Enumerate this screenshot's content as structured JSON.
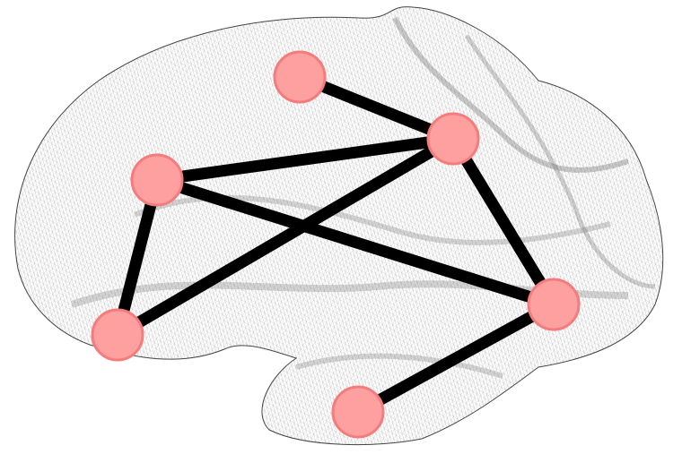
{
  "colors": {
    "node_fill": "#ffa0a0",
    "node_stroke": "#f47c7c",
    "edge": "#000000",
    "mesh": "#9a9a9a"
  },
  "graph": {
    "nodes": [
      "n1",
      "n2",
      "n3",
      "n4",
      "n5",
      "n6"
    ],
    "edges": [
      [
        "n1",
        "n2"
      ],
      [
        "n3",
        "n2"
      ],
      [
        "n3",
        "n5"
      ],
      [
        "n3",
        "n4"
      ],
      [
        "n4",
        "n2"
      ],
      [
        "n2",
        "n5"
      ],
      [
        "n5",
        "n6"
      ]
    ]
  }
}
